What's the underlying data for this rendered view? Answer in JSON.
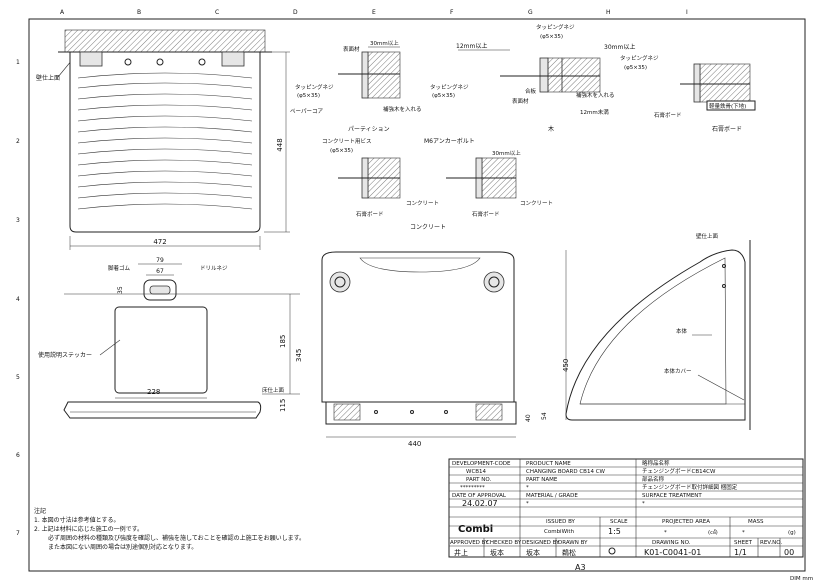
{
  "grid": {
    "cols": [
      "A",
      "B",
      "C",
      "D",
      "E",
      "F",
      "G",
      "H",
      "I"
    ],
    "rows": [
      "1",
      "2",
      "3",
      "4",
      "5",
      "6",
      "7"
    ]
  },
  "front_view": {
    "wall_label": "壁仕上面",
    "width": "472",
    "height": "448"
  },
  "section_details": {
    "surface_material": "表面材",
    "depth_30": "30mm以上",
    "tapping_screw": "タッピングネジ",
    "screw_size": "(φ5×35)",
    "paper_core": "ペーパーコア",
    "reinforce": "補強木を入れる",
    "partition": "パーティション",
    "depth_12": "12mm以上",
    "plywood": "合板",
    "surface_material_2": "表面材",
    "reinforce_2": "補強木を入れる",
    "depth_12b": "12mm未満",
    "wood": "木",
    "depth_30b": "30mm以上",
    "tapping_screw_2": "タッピングネジ",
    "screw_size_2": "(φ5×35)",
    "tapping_screw_3": "タッピングネジ",
    "screw_size_3": "(φ5×35)",
    "gypsum_board": "石膏ボード",
    "lightweight_steel": "軽量鉄骨(下地)",
    "gypsum_title": "石膏ボード",
    "concrete_screw": "コンクリート用ビス",
    "screw_size_4": "(φ5×35)",
    "concrete_1": "コンクリート",
    "gypsum_board_2": "石膏ボード",
    "concrete_title": "コンクリート",
    "anchor_bolt": "M6アンカーボルト",
    "depth_30c": "30mm以上",
    "concrete_2": "コンクリート",
    "gypsum_board_3": "石膏ボード"
  },
  "top_view": {
    "rubber_label": "脚着ゴム",
    "drill_label": "ドリルネジ",
    "dim_79": "79",
    "dim_67": "67",
    "dim_35": "35"
  },
  "open_view": {
    "sticker_label": "使用説明ステッカー",
    "floor_label": "床仕上面",
    "dim_228": "228",
    "dim_185": "185",
    "dim_345": "345",
    "dim_115": "115"
  },
  "rear_view": {
    "dim_440": "440",
    "dim_40": "40",
    "dim_54": "54"
  },
  "side_view": {
    "wall_label": "壁仕上面",
    "body_label": "本体",
    "cover_label": "本体カバー",
    "dim_450": "450"
  },
  "title_block": {
    "dev_code_label": "DEVELOPMENT-CODE",
    "dev_code": "WCB14",
    "product_name_label": "PRODUCT NAME",
    "product_name": "CHANGING BOARD CB14 CW",
    "jp_name_label": "略称品名称",
    "jp_name": "チェンジングボードCB14CW",
    "part_no_label": "PART NO.",
    "part_no": "*********",
    "part_name_label": "PART NAME",
    "part_name": "*",
    "jp_part_label": "部品名称",
    "jp_part": "チェンジングボード取付詳細図  梱固定",
    "date_label": "DATE OF APPROVAL",
    "date": "24.02.07",
    "material_label": "MATERIAL / GRADE",
    "material": "*",
    "surface_label": "SURFACE TREATMENT",
    "surface": "*",
    "logo": "Combi",
    "issued_label": "ISSUED BY",
    "issued": "CombiWith",
    "scale_label": "SCALE",
    "scale": "1:5",
    "projected_label": "PROJECTED AREA",
    "projected": "*",
    "projected_unit": "(㎠)",
    "mass_label": "MASS",
    "mass": "*",
    "mass_unit": "(g)",
    "approved_label": "APPROVED BY",
    "approved": "井上",
    "checked_label": "CHECKED BY",
    "checked": "坂本",
    "designed_label": "DESIGNED BY",
    "designed": "坂本",
    "drawn_label": "DRAWN BY",
    "drawn": "鵜松",
    "drawing_no_label": "DRAWING NO.",
    "drawing_no": "K01-C0041-01",
    "sheet_label": "SHEET",
    "sheet": "1/1",
    "rev_label": "REV.NO.",
    "rev": "00"
  },
  "notes": {
    "title": "注記",
    "line1": "1. 本図の寸法は参考値とする。",
    "line2": "2. 上記は材料に応じた施工の一例です。",
    "line3": "必ず周囲の材料の種類及び強度を確認し、補強を施しておことを確認の上施工をお願いします。",
    "line4": "また本図にない周囲の場合は別途個別対応となります。"
  },
  "paper_size": "A3",
  "dim_unit": "DIM mm"
}
